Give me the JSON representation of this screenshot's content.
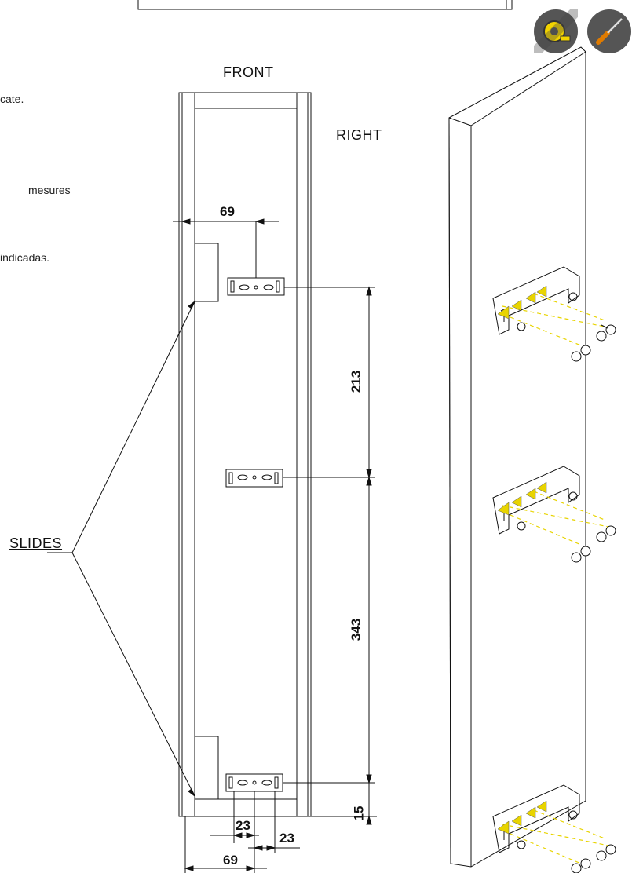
{
  "labels": {
    "front": "FRONT",
    "right": "RIGHT",
    "slides": "SLIDES"
  },
  "side_notes": {
    "line1": "cate.",
    "line2": "mesures",
    "line3": "indicadas."
  },
  "dimensions": {
    "top_offset": "69",
    "upper_spacing": "213",
    "lower_spacing": "343",
    "bottom_offset": "15",
    "slot_left": "23",
    "slot_right": "23",
    "bottom_width": "69"
  },
  "tools": {
    "tool1": "tape-measure-icon",
    "tool2": "screwdriver-icon"
  },
  "colors": {
    "line": "#111111",
    "yellow": "#e8d400",
    "icon_bg": "#555555",
    "icon_accent": "#f2d300"
  }
}
